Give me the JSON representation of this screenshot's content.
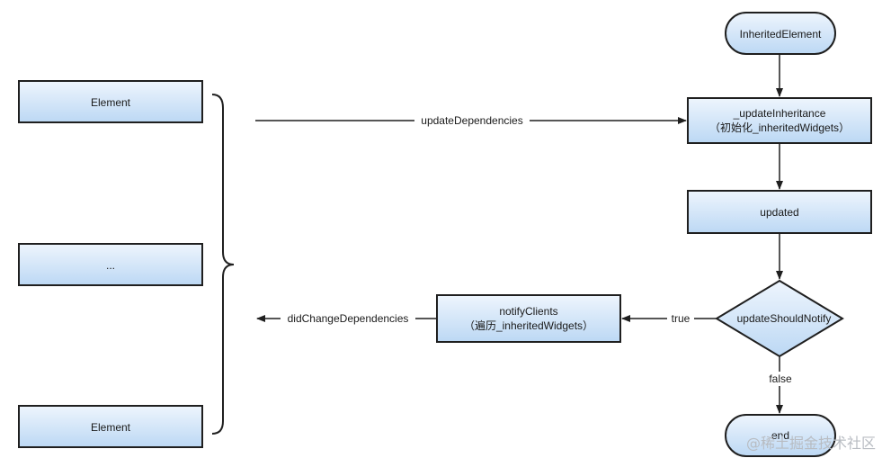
{
  "nodes": {
    "element_top": "Element",
    "element_mid": "...",
    "element_bottom": "Element",
    "inherited_element": "InheritedElement",
    "update_inheritance": [
      "_updateInheritance",
      "（初始化_inheritedWidgets）"
    ],
    "updated": "updated",
    "update_should_notify": "updateShouldNotify",
    "notify_clients": [
      "notifyClients",
      "（遍历_inheritedWidgets）"
    ],
    "end": "end"
  },
  "edges": {
    "update_dependencies": "updateDependencies",
    "did_change_dependencies": "didChangeDependencies",
    "true_label": "true",
    "false_label": "false"
  },
  "watermark": "@稀土掘金技术社区",
  "colors": {
    "box_fill_top": "#eef5fd",
    "box_fill_bottom": "#bcd8f4",
    "stroke": "#1f1f1f"
  }
}
